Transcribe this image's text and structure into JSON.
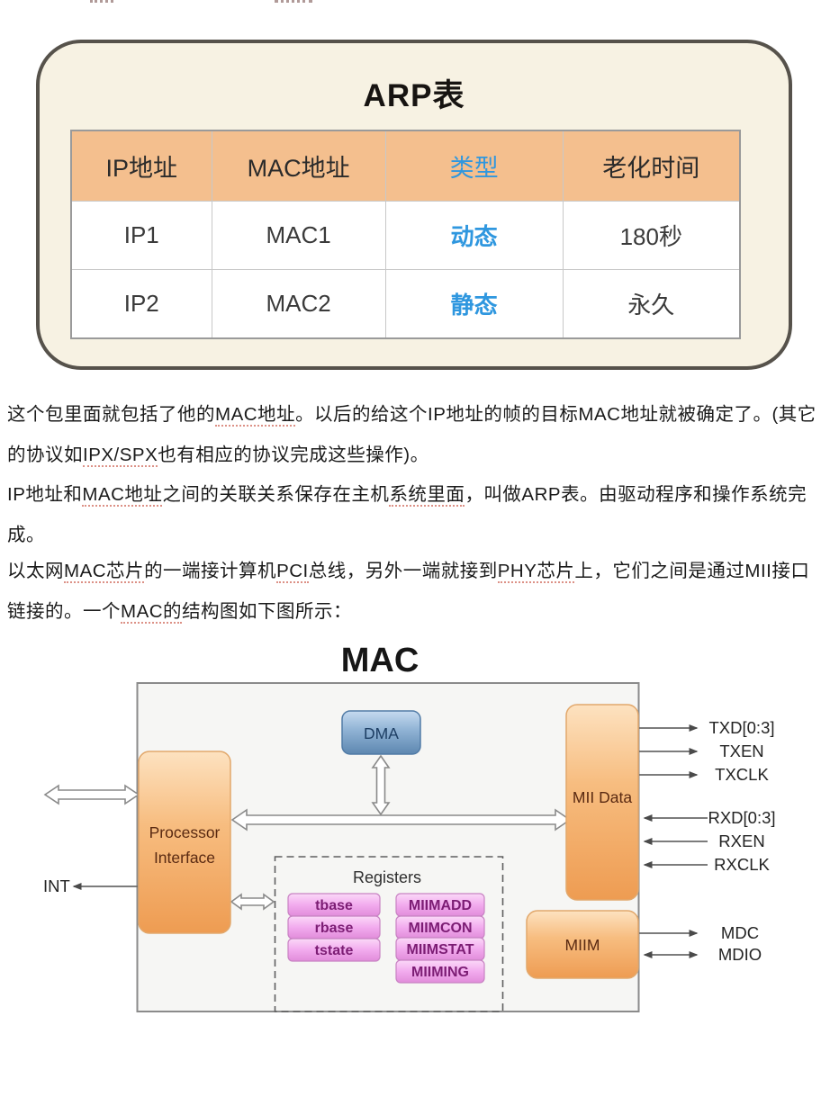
{
  "arp": {
    "title": "ARP表",
    "headers": [
      "IP地址",
      "MAC地址",
      "类型",
      "老化时间"
    ],
    "rows": [
      [
        "IP1",
        "MAC1",
        "动态",
        "180秒"
      ],
      [
        "IP2",
        "MAC2",
        "静态",
        "永久"
      ]
    ]
  },
  "paragraphs": [
    {
      "segments": [
        {
          "t": "这个包里面就包括了他的"
        },
        {
          "t": "MAC地址",
          "u": true
        },
        {
          "t": "。以后的给这个IP地址的帧的目标MAC地址就被确定了。(其它的协议如"
        },
        {
          "t": "IPX/SPX",
          "u": true
        },
        {
          "t": "也有相应的协议完成这些操作)。"
        }
      ]
    },
    {
      "segments": [
        {
          "t": "IP地址和"
        },
        {
          "t": "MAC地址",
          "u": true
        },
        {
          "t": "之间的关联关系保存在主机"
        },
        {
          "t": "系统里面",
          "u": true
        },
        {
          "t": "，叫做ARP表。由驱动程序和操作系统完成。"
        }
      ]
    },
    {
      "segments": [
        {
          "t": "以太网"
        },
        {
          "t": "MAC芯片",
          "u": true
        },
        {
          "t": "的一端接计算机"
        },
        {
          "t": "PCI",
          "u": true
        },
        {
          "t": "总线，另外一端就接到"
        },
        {
          "t": "PHY芯片",
          "u": true
        },
        {
          "t": "上，它们之间是通过MII接口链接的。一个"
        },
        {
          "t": "MAC的",
          "u": true
        },
        {
          "t": "结构图如下图所示："
        }
      ]
    }
  ],
  "mac": {
    "title": "MAC",
    "blocks": {
      "processor_interface": [
        "Processor",
        "Interface"
      ],
      "dma": "DMA",
      "mii_data": "MII Data",
      "miim": "MIIM",
      "registers_label": "Registers",
      "registers_left": [
        "tbase",
        "rbase",
        "tstate"
      ],
      "registers_right": [
        "MIIMADD",
        "MIIMCON",
        "MIIMSTAT",
        "MIIMING"
      ]
    },
    "signals": {
      "int": "INT",
      "tx": [
        "TXD[0:3]",
        "TXEN",
        "TXCLK"
      ],
      "rx": [
        "RXD[0:3]",
        "RXEN",
        "RXCLK"
      ],
      "mdc": "MDC",
      "mdio": "MDIO"
    }
  },
  "colors": {
    "accent_blue": "#2f97df",
    "header_orange": "#f4bf8e",
    "card_cream": "#f7f2e3",
    "card_border": "#56524b",
    "block_orange": "#f2a963",
    "block_blue": "#7aa3c9",
    "block_pink": "#efa9ea",
    "text_dark": "#1b1b1b"
  }
}
